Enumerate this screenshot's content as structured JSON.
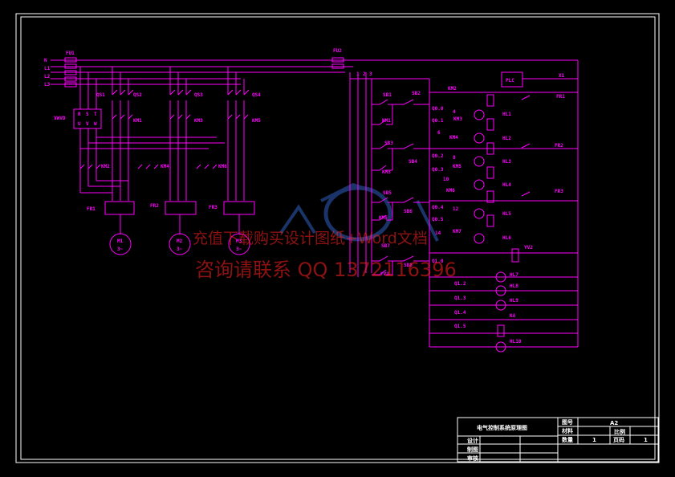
{
  "supply": {
    "lines": [
      "N",
      "L1",
      "L2",
      "L3"
    ],
    "fuse_main": "FU1",
    "fuse_ctrl": "FU2",
    "ctrl_taps": [
      "1",
      "2",
      "3"
    ],
    "vfd_label": "VWVD",
    "vfd_top": [
      "R",
      "S",
      "T"
    ],
    "vfd_bottom": [
      "U",
      "V",
      "W"
    ]
  },
  "power_labels": [
    "QS1",
    "QS2",
    "QS3",
    "QS4",
    "KM1",
    "KM2",
    "KM3",
    "KM4",
    "KM5",
    "KM6",
    "FR1",
    "FR2",
    "FR3"
  ],
  "motors": [
    {
      "name": "M1",
      "sub": "3~"
    },
    {
      "name": "M2",
      "sub": "3~"
    },
    {
      "name": "M3",
      "sub": "3~"
    }
  ],
  "control_labels": [
    "SB1",
    "SB2",
    "KM1",
    "SB3",
    "SB4",
    "KM3",
    "SB5",
    "SB6",
    "KM5",
    "SB7",
    "SB8",
    "YV2",
    "PLC",
    "X1",
    "FR1",
    "FR2",
    "FR3",
    "Q0.0",
    "Q0.1",
    "Q0.2",
    "Q0.3",
    "Q0.4",
    "Q0.5",
    "Q1.0",
    "Q1.2",
    "Q1.3",
    "Q1.4",
    "Q1.5",
    "4",
    "6",
    "8",
    "10",
    "12",
    "14",
    "KM2",
    "KM3",
    "KM4",
    "KM5",
    "KM6",
    "KM7",
    "HL1",
    "HL2",
    "HL3",
    "HL4",
    "HL5",
    "HL6",
    "HL7",
    "HL8",
    "HL9",
    "HL10",
    "YV2",
    "KA"
  ],
  "title_block": {
    "title": "电气控制系统原理图",
    "drawing_no_label": "图号",
    "drawing_no": "A2",
    "material_label": "材料",
    "scale_label": "比例",
    "qty_label": "数量",
    "qty": "1",
    "page_label": "页码",
    "page": "1",
    "design_label": "设计",
    "draw_label": "制图",
    "review_label": "审核"
  },
  "watermark": {
    "line1": "充值下载购买设计图纸+Word文档",
    "line2": "咨询请联系 QQ 1372116396"
  },
  "colors": {
    "line": "#ff00ff",
    "frame": "#ffffff",
    "watermark": "#ff2020",
    "logo": "#3060c0"
  }
}
